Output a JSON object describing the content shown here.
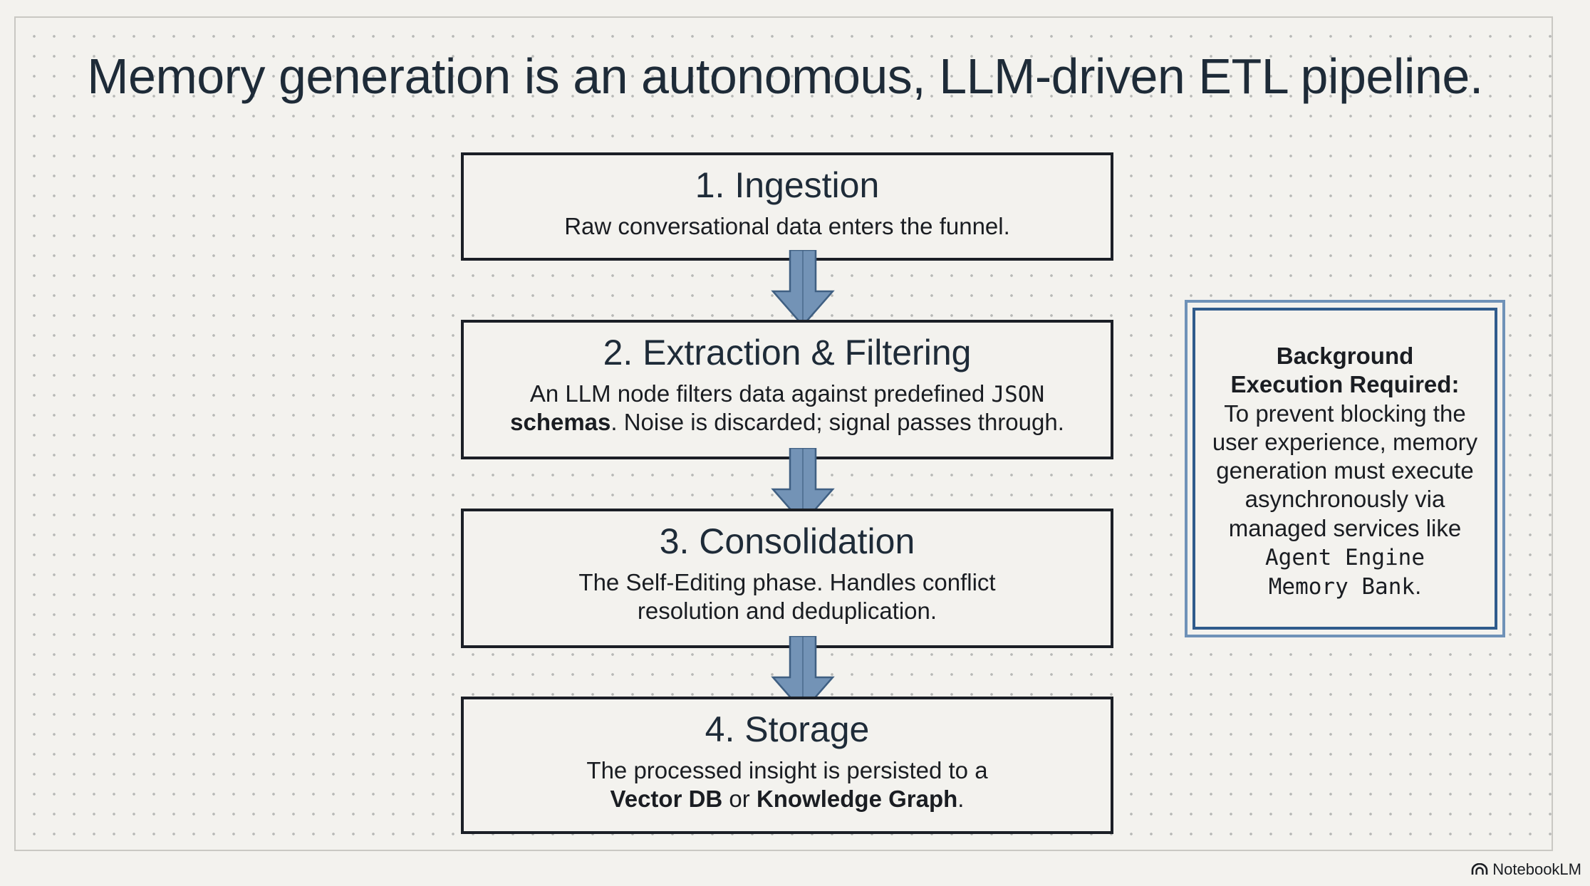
{
  "title": "Memory generation is an autonomous, LLM-driven ETL pipeline.",
  "steps": [
    {
      "title": "1. Ingestion",
      "desc": "Raw conversational data enters the funnel."
    },
    {
      "title": "2. Extraction & Filtering",
      "desc_1": "An LLM node filters data against predefined",
      "desc_code": "JSON",
      "desc_bold": "schemas",
      "desc_2": ". Noise is discarded; signal passes through."
    },
    {
      "title": "3. Consolidation",
      "desc_line1": "The Self-Editing phase. Handles conflict",
      "desc_line2": "resolution and deduplication."
    },
    {
      "title": "4. Storage",
      "desc_line1": "The processed insight is persisted to a",
      "desc_bold1": "Vector DB",
      "desc_or": "or",
      "desc_bold2": "Knowledge Graph",
      "desc_end": "."
    }
  ],
  "side_note": {
    "heading_line1": "Background",
    "heading_line2": "Execution Required:",
    "body": "To prevent blocking the user experience, memory generation must execute asynchronously via managed services like",
    "code_line1": "Agent Engine",
    "code_line2": "Memory Bank",
    "end": "."
  },
  "brand": "NotebookLM",
  "colors": {
    "arrow_fill": "#7393b6",
    "arrow_stroke": "#3f5f82",
    "box_border": "#1b1f26",
    "note_outer": "#6f92b8",
    "note_inner": "#2f5b8c"
  }
}
